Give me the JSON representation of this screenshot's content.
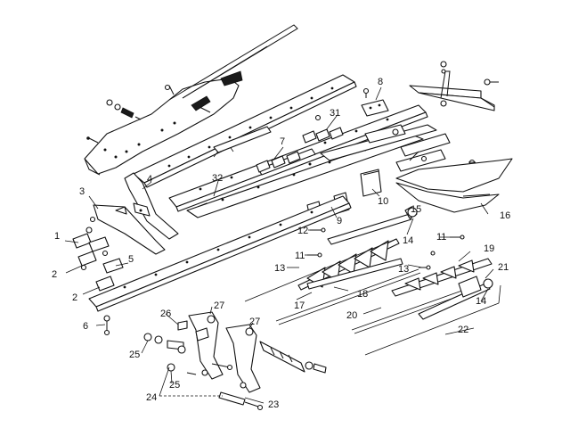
{
  "callouts": [
    {
      "id": "c1",
      "text": "1"
    },
    {
      "id": "c2a",
      "text": "2"
    },
    {
      "id": "c2b",
      "text": "2"
    },
    {
      "id": "c3",
      "text": "3"
    },
    {
      "id": "c4",
      "text": "4"
    },
    {
      "id": "c5",
      "text": "5"
    },
    {
      "id": "c6",
      "text": "6"
    },
    {
      "id": "c7",
      "text": "7"
    },
    {
      "id": "c8",
      "text": "8"
    },
    {
      "id": "c9",
      "text": "9"
    },
    {
      "id": "c10",
      "text": "10"
    },
    {
      "id": "c11a",
      "text": "11"
    },
    {
      "id": "c11b",
      "text": "11"
    },
    {
      "id": "c12",
      "text": "12"
    },
    {
      "id": "c13a",
      "text": "13"
    },
    {
      "id": "c13b",
      "text": "13"
    },
    {
      "id": "c14a",
      "text": "14"
    },
    {
      "id": "c14b",
      "text": "14"
    },
    {
      "id": "c15",
      "text": "15"
    },
    {
      "id": "c16",
      "text": "16"
    },
    {
      "id": "c17",
      "text": "17"
    },
    {
      "id": "c18",
      "text": "18"
    },
    {
      "id": "c19",
      "text": "19"
    },
    {
      "id": "c20",
      "text": "20"
    },
    {
      "id": "c21",
      "text": "21"
    },
    {
      "id": "c22",
      "text": "22"
    },
    {
      "id": "c23",
      "text": "23"
    },
    {
      "id": "c24",
      "text": "24"
    },
    {
      "id": "c25a",
      "text": "25"
    },
    {
      "id": "c25b",
      "text": "25"
    },
    {
      "id": "c26",
      "text": "26"
    },
    {
      "id": "c27a",
      "text": "27"
    },
    {
      "id": "c27b",
      "text": "27"
    },
    {
      "id": "c31",
      "text": "31"
    },
    {
      "id": "c32",
      "text": "32"
    }
  ]
}
